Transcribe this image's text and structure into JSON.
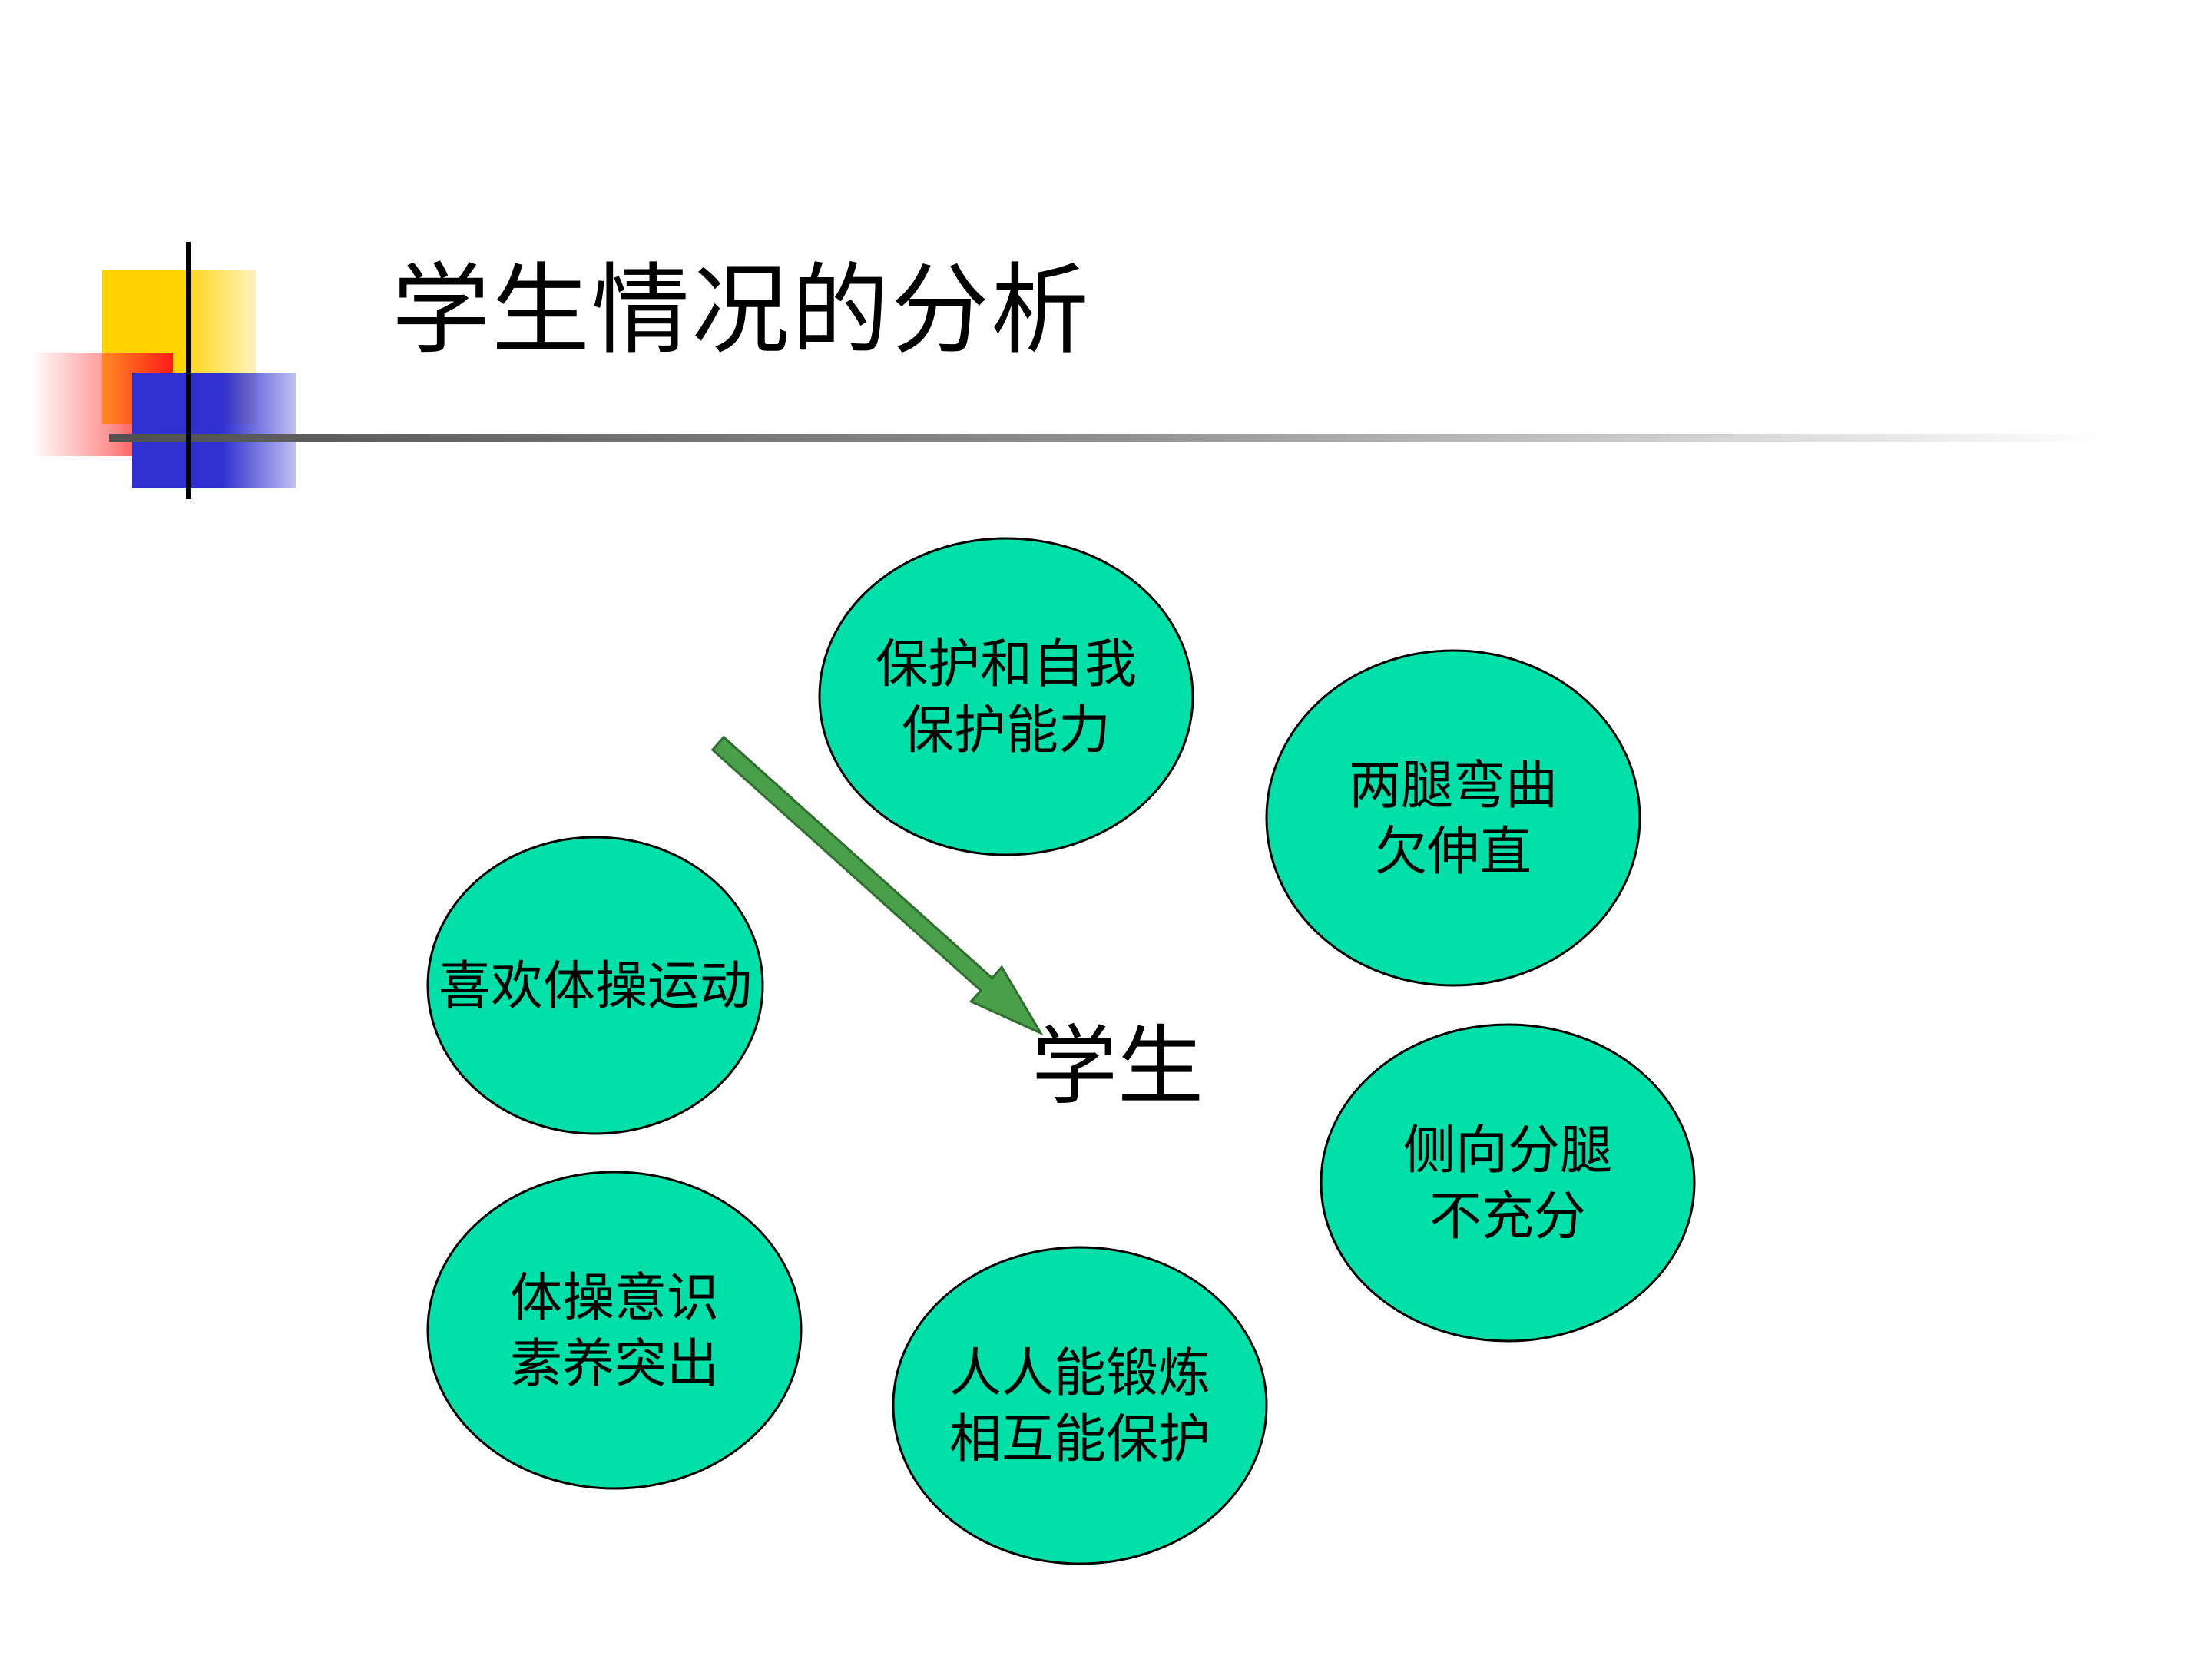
{
  "slide": {
    "title": "学生情况的分析"
  },
  "diagram": {
    "center": {
      "label": "学生"
    },
    "nodes": [
      {
        "id": "protection",
        "lines": [
          "保护和自我",
          "保护能力"
        ]
      },
      {
        "id": "legs-bent",
        "lines": [
          "两腿弯曲",
          "欠伸直"
        ]
      },
      {
        "id": "likes-gymnastics",
        "lines": [
          "喜欢体操运动"
        ]
      },
      {
        "id": "side-split",
        "lines": [
          "侧向分腿",
          "不充分"
        ]
      },
      {
        "id": "awareness",
        "lines": [
          "体操意识",
          "素养突出"
        ]
      },
      {
        "id": "everyone-trains",
        "lines": [
          "人人能锻炼",
          "相互能保护"
        ]
      }
    ],
    "colors": {
      "node_fill": "#00e0a8",
      "node_stroke": "#000000",
      "arrow_fill": "#4aa04a",
      "arrow_stroke": "#2f6e2f",
      "accent_yellow": "#ffd200",
      "accent_red": "#ff1a1a",
      "accent_blue": "#3030d0"
    }
  }
}
